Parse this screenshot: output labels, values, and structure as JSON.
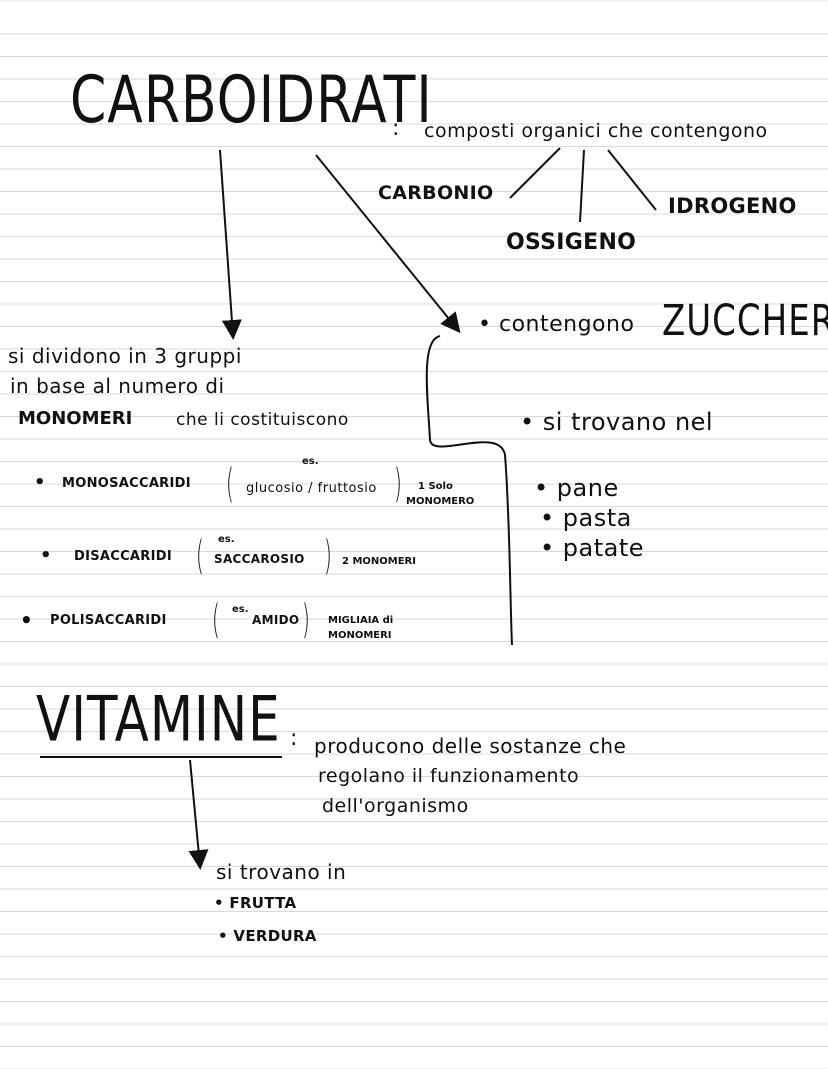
{
  "carboidrati": {
    "title": "CARBOIDRATI",
    "colon": ":",
    "definition": "composti organici che contengono",
    "elements": [
      "CARBONIO",
      "OSSIGENO",
      "IDROGENO"
    ],
    "zuccheri_prefix": "• contengono",
    "zuccheri": "ZUCCHERI",
    "groups_line1": "si dividono in 3 gruppi",
    "groups_line2": "in base al numero di",
    "groups_line3_caps": "MONOMERI",
    "groups_line3_rest": "che li costituiscono",
    "trovano_label": "• si trovano nel",
    "trovano_items": [
      "• pane",
      "• pasta",
      "• patate"
    ],
    "mono": {
      "bullet": "•",
      "name": "MONOSACCARIDI",
      "es": "es.",
      "example": "glucosio / fruttosio",
      "count_line1": "1 Solo",
      "count_line2": "MONOMERO"
    },
    "di": {
      "bullet": "•",
      "name": "DISACCARIDI",
      "es": "es.",
      "example": "SACCAROSIO",
      "count": "2 MONOMERI"
    },
    "poli": {
      "bullet": "•",
      "name": "POLISACCARIDI",
      "es": "es.",
      "example": "AMIDO",
      "count_line1": "MIGLIAIA di",
      "count_line2": "MONOMERI"
    }
  },
  "vitamine": {
    "title": "VITAMINE",
    "colon": ":",
    "desc_line1": "producono delle sostanze che",
    "desc_line2": "regolano il funzionamento",
    "desc_line3": "dell'organismo",
    "found_label": "si trovano in",
    "found_items": [
      "• FRUTTA",
      "• VERDURA"
    ]
  }
}
